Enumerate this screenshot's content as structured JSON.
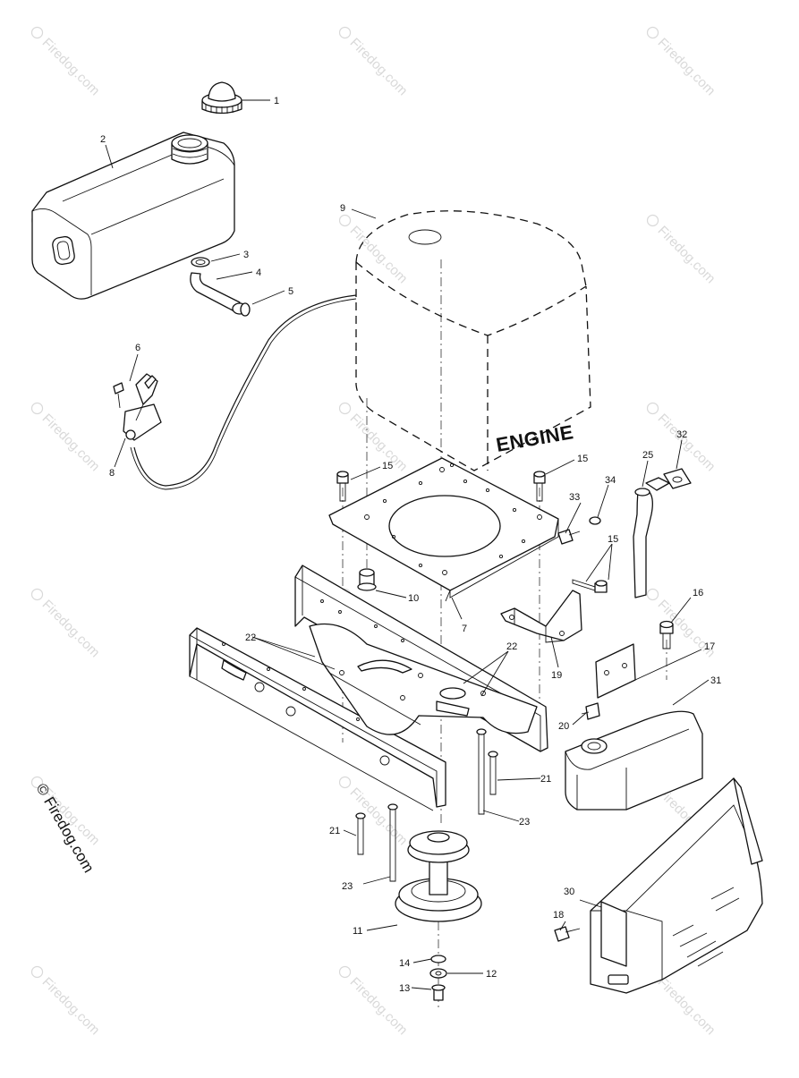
{
  "watermark": {
    "text": "Firedog.com",
    "symbol": "©"
  },
  "copyright": {
    "text": "© Firedog.com"
  },
  "engine_label": "ENGINE",
  "callouts": {
    "c1": "1",
    "c2": "2",
    "c3": "3",
    "c4": "4",
    "c5": "5",
    "c6": "6",
    "c7": "7",
    "c8": "8",
    "c9": "9",
    "c10": "10",
    "c11": "11",
    "c12": "12",
    "c13": "13",
    "c14": "14",
    "c15a": "15",
    "c15b": "15",
    "c15c": "15",
    "c16": "16",
    "c17": "17",
    "c18": "18",
    "c19": "19",
    "c20": "20",
    "c21a": "21",
    "c21b": "21",
    "c22a": "22",
    "c22b": "22",
    "c23a": "23",
    "c23b": "23",
    "c25": "25",
    "c30": "30",
    "c31": "31",
    "c32": "32",
    "c33": "33",
    "c34": "34"
  }
}
